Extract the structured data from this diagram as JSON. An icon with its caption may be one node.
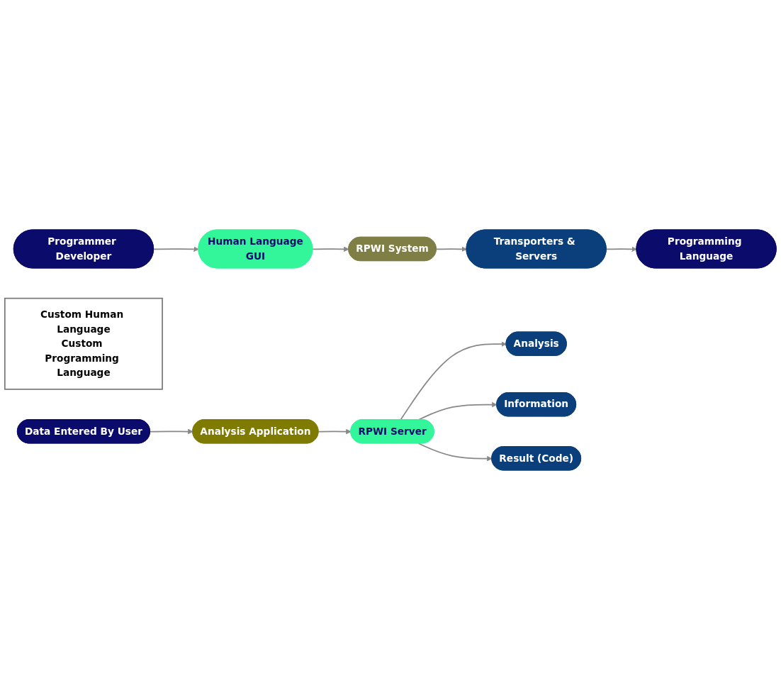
{
  "diagram": {
    "nodes": [
      {
        "text": [
          "Programmer Developer"
        ]
      },
      {
        "text": [
          "Human Language",
          "GUI"
        ]
      },
      {
        "text": [
          "RPWI System"
        ]
      },
      {
        "text": [
          "Transporters & Servers"
        ]
      },
      {
        "text": [
          "Programming Language"
        ]
      },
      {
        "text": [
          "Custom Human Language",
          "Custom Programming Language"
        ]
      },
      {
        "text": [
          "RPWI Server"
        ]
      },
      {
        "text": [
          "Analysis"
        ]
      },
      {
        "text": [
          "Information"
        ]
      },
      {
        "text": [
          "Result (Code)"
        ]
      },
      {
        "text": [
          "Data Entered By User"
        ]
      },
      {
        "text": [
          "Analysis Application"
        ]
      }
    ],
    "edges": [
      {
        "from": 0,
        "to": 1,
        "arrow": "to"
      },
      {
        "from": 1,
        "to": 2,
        "arrow": "to"
      },
      {
        "from": 2,
        "to": 3,
        "arrow": "to"
      },
      {
        "from": 3,
        "to": 4,
        "arrow": "to"
      },
      {
        "from": 10,
        "to": 11,
        "arrow": "to"
      },
      {
        "from": 11,
        "to": 6,
        "arrow": "to"
      },
      {
        "from": 6,
        "to": 7,
        "arrow": "to"
      },
      {
        "from": 6,
        "to": 8,
        "arrow": "to"
      },
      {
        "from": 6,
        "to": 9,
        "arrow": "to"
      }
    ]
  }
}
